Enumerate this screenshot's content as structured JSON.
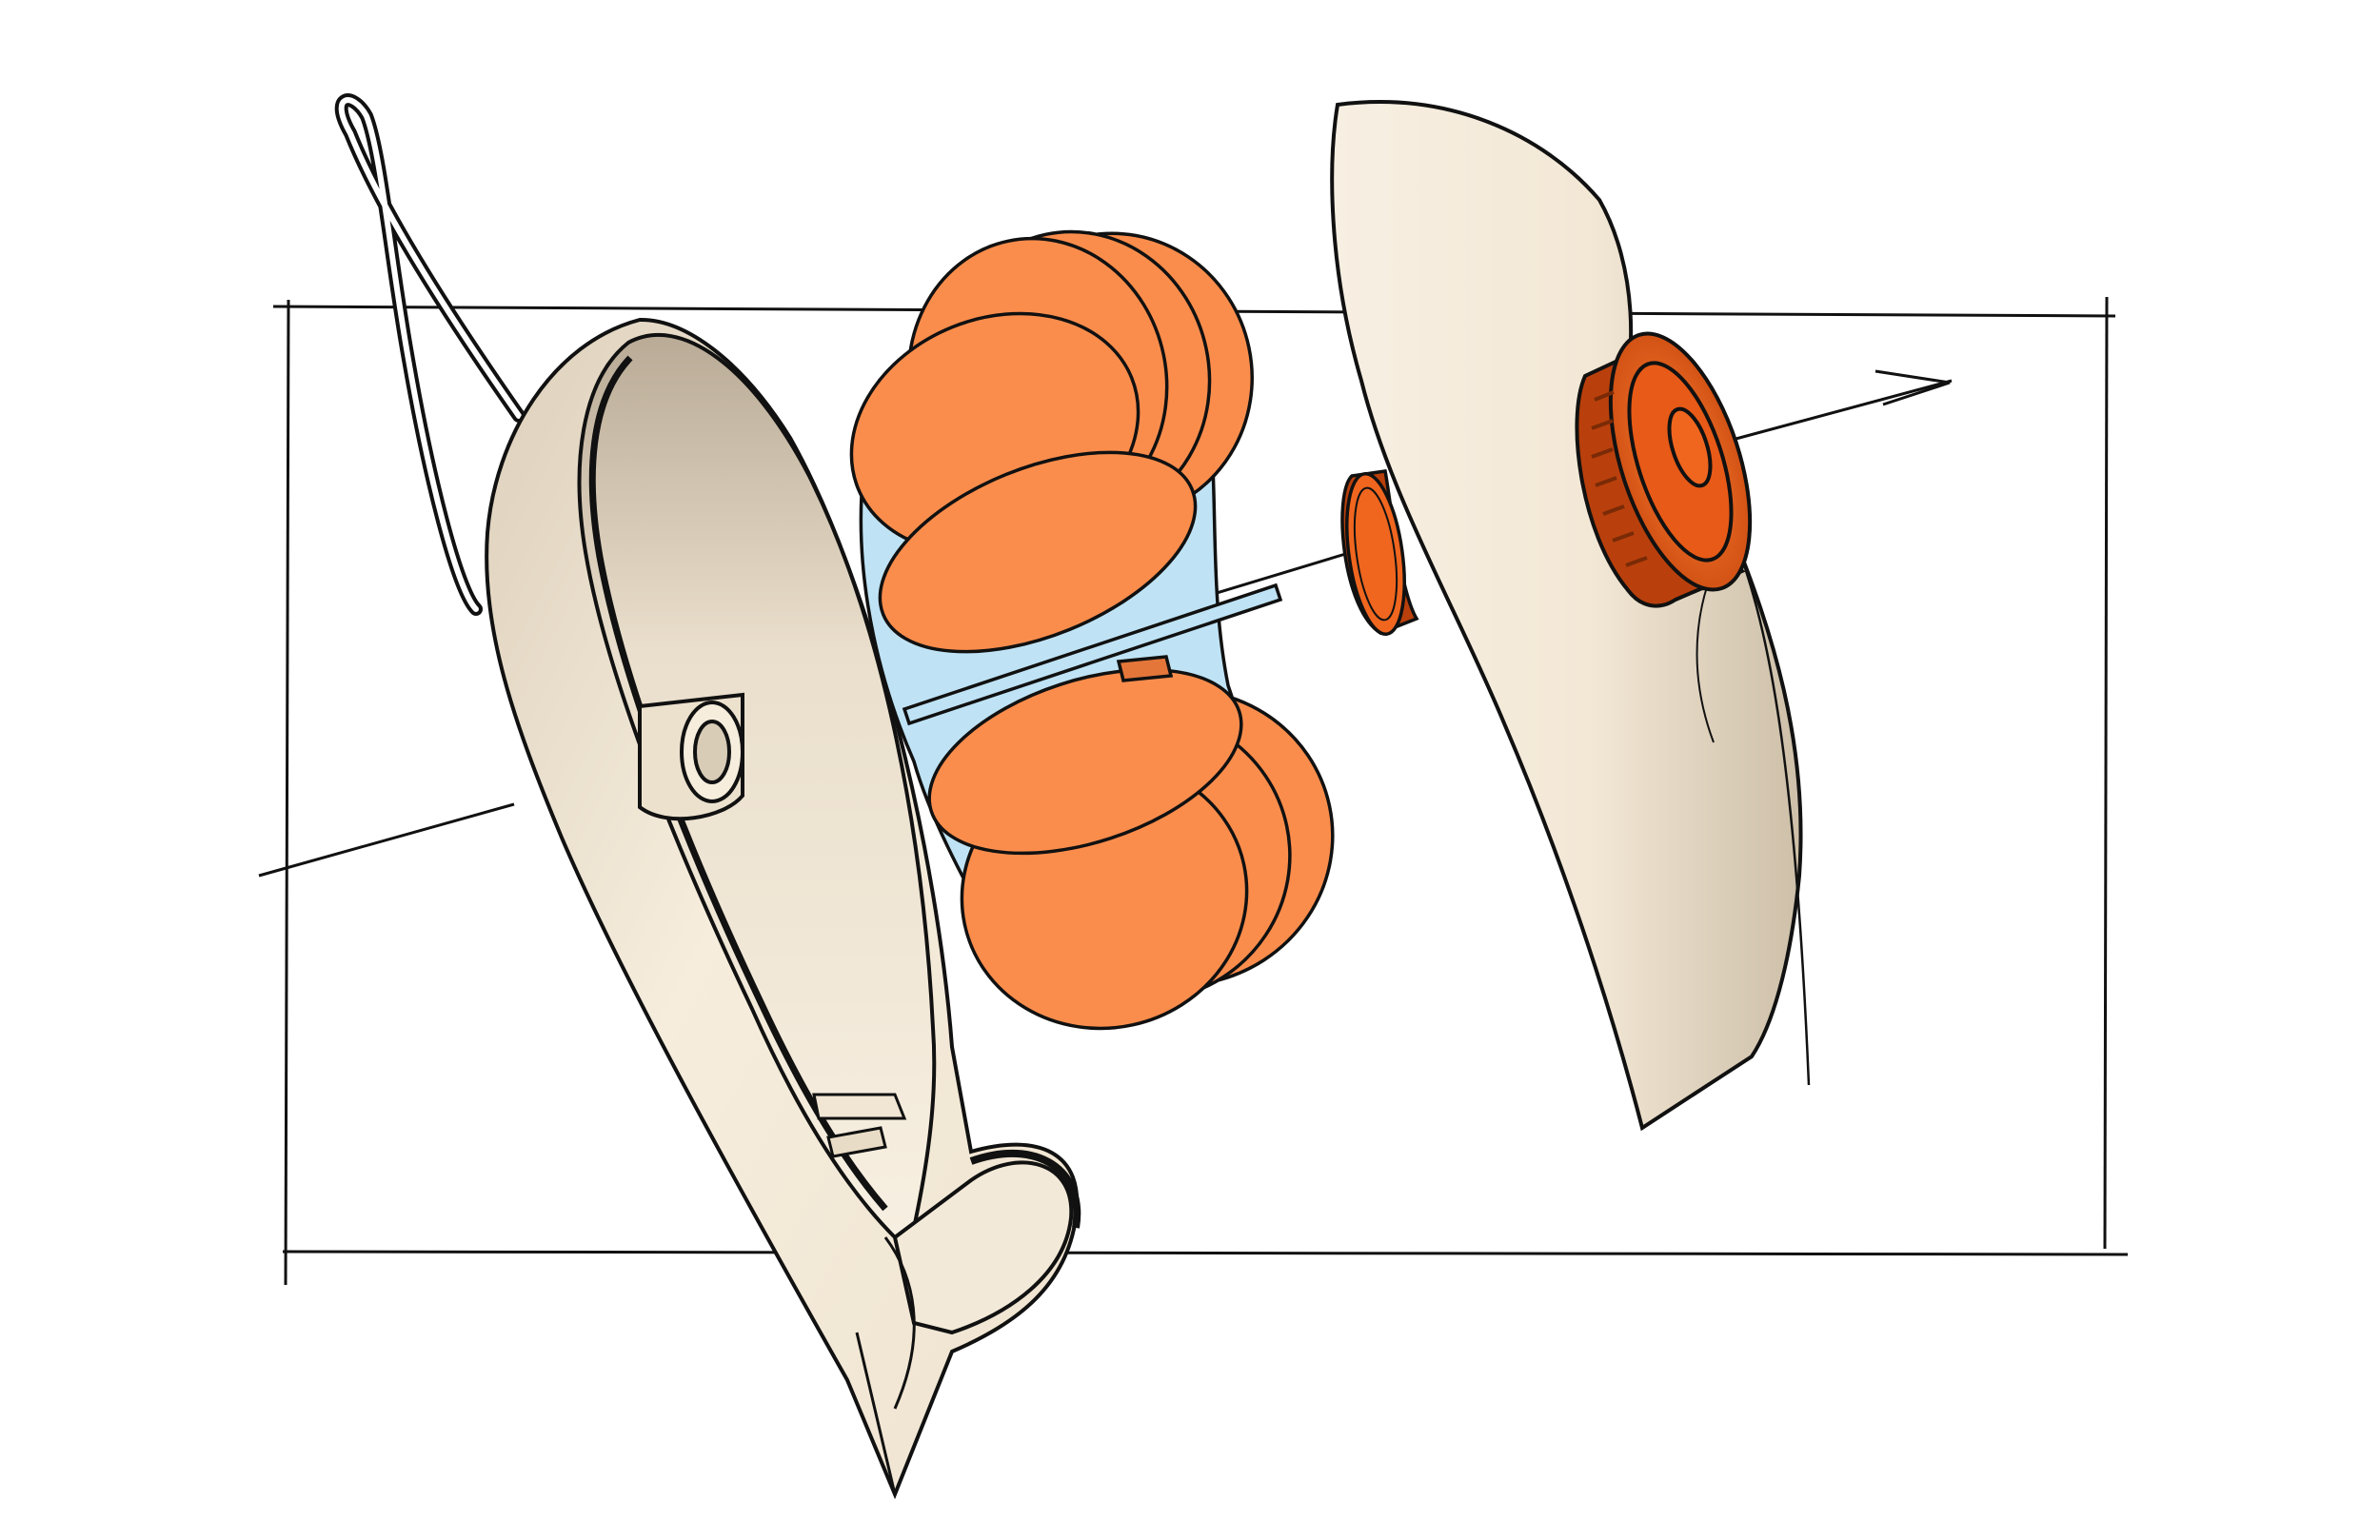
{
  "diagram": {
    "kind": "exploded-view-sketch",
    "components": [
      "frame-box",
      "assembly-axis",
      "wire-hanger",
      "left-housing-shell",
      "center-hub",
      "disc-stack",
      "small-gear",
      "right-housing-cover",
      "large-knob"
    ],
    "colors": {
      "shell": "#f6eddd",
      "shell_shade": "#cdbfa8",
      "disc": "#fb8d4c",
      "disc_dark": "#e5763a",
      "sleeve": "#bfe3f5",
      "knob": "#f0661f",
      "knob_dark": "#b9400c",
      "line": "#111111"
    }
  }
}
